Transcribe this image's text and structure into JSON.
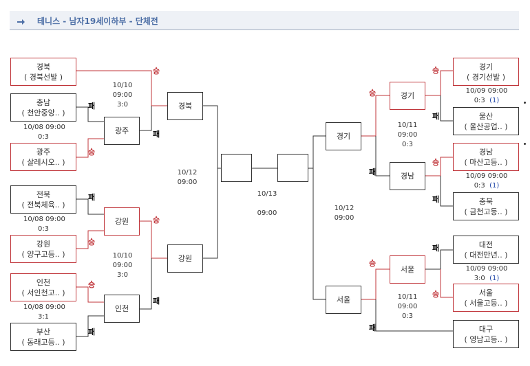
{
  "header": {
    "title": "테니스 - 남자19세이하부 - 단체전"
  },
  "marks": {
    "win": "승",
    "loss": "패"
  },
  "teams": {
    "gyeongbuk_seed": {
      "region": "경북",
      "school": "( 경북선발 )"
    },
    "chungnam": {
      "region": "충남",
      "school": "( 천안중앙.. )"
    },
    "gwangju": {
      "region": "광주",
      "school": "( 살레시오.. )"
    },
    "jeonbuk": {
      "region": "전북",
      "school": "( 전북체육.. )"
    },
    "gangwon": {
      "region": "강원",
      "school": "( 양구고등.. )"
    },
    "incheon": {
      "region": "인천",
      "school": "( 서인천고.. )"
    },
    "busan": {
      "region": "부산",
      "school": "( 동래고등.. )"
    },
    "gyeonggi_seed": {
      "region": "경기",
      "school": "( 경기선발 )"
    },
    "ulsan": {
      "region": "울산",
      "school": "( 울산공업.. )"
    },
    "gyeongnam": {
      "region": "경남",
      "school": "( 마산고등.. )"
    },
    "chungbuk": {
      "region": "충북",
      "school": "( 금천고등.. )"
    },
    "daejeon": {
      "region": "대전",
      "school": "( 대전만년.. )"
    },
    "seoul": {
      "region": "서울",
      "school": "( 서울고등.. )"
    },
    "daegu": {
      "region": "대구",
      "school": "( 영남고등.. )"
    }
  },
  "rounds": {
    "r1_gwangju": "광주",
    "r1_gangwon": "강원",
    "r1_incheon": "인천",
    "r2_gyeongbuk": "경북",
    "r2_gangwon": "강원",
    "r1_gyeonggi": "경기",
    "r1_gyeongnam": "경남",
    "r1_seoul": "서울",
    "r2_gyeonggi": "경기",
    "r2_seoul": "서울"
  },
  "matches": {
    "l_m1": {
      "date": "10/08 09:00",
      "score": "0:3"
    },
    "l_m2": {
      "date": "10/10",
      "time": "09:00",
      "score": "3:0"
    },
    "l_m3": {
      "date": "10/08 09:00",
      "score": "0:3"
    },
    "l_m4": {
      "date": "10/10",
      "time": "09:00",
      "score": "3:0"
    },
    "l_m5": {
      "date": "10/08 09:00",
      "score": "3:1"
    },
    "l_semi": {
      "date": "10/12",
      "time": "09:00"
    },
    "final": {
      "date": "10/13",
      "time": "09:00"
    },
    "r_semi": {
      "date": "10/12",
      "time": "09:00"
    },
    "r_m1": {
      "date": "10/09 09:00",
      "score": "0:3",
      "extra": "(1)"
    },
    "r_m2": {
      "date": "10/11",
      "time": "09:00",
      "score": "0:3"
    },
    "r_m3": {
      "date": "10/09 09:00",
      "score": "0:3",
      "extra": "(1)"
    },
    "r_m4": {
      "date": "10/09 09:00",
      "score": "3:0",
      "extra": "(1)"
    },
    "r_m5": {
      "date": "10/11",
      "time": "09:00",
      "score": "0:3"
    }
  }
}
